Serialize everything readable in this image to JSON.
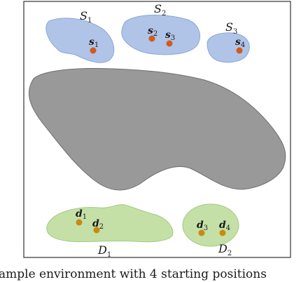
{
  "colors": {
    "start_region_fill": "#b0c4e8",
    "start_region_stroke": "#8aa6d6",
    "dest_region_fill": "#c4e0a6",
    "dest_region_stroke": "#a3c982",
    "obstacle_fill": "#999999",
    "obstacle_stroke": "#6f6f6f",
    "start_point": "#d35a1a",
    "dest_point": "#c88a10",
    "frame": "#333333"
  },
  "start_regions": [
    {
      "label": "S",
      "sub": "1"
    },
    {
      "label": "S",
      "sub": "2"
    },
    {
      "label": "S",
      "sub": "3"
    }
  ],
  "dest_regions": [
    {
      "label": "D",
      "sub": "1"
    },
    {
      "label": "D",
      "sub": "2"
    }
  ],
  "start_points": [
    {
      "label": "s",
      "sub": "1"
    },
    {
      "label": "s",
      "sub": "2"
    },
    {
      "label": "s",
      "sub": "3"
    },
    {
      "label": "s",
      "sub": "4"
    }
  ],
  "dest_points": [
    {
      "label": "d",
      "sub": "1"
    },
    {
      "label": "d",
      "sub": "2"
    },
    {
      "label": "d",
      "sub": "3"
    },
    {
      "label": "d",
      "sub": "4"
    }
  ],
  "caption": "ample environment with 4 starting positions"
}
